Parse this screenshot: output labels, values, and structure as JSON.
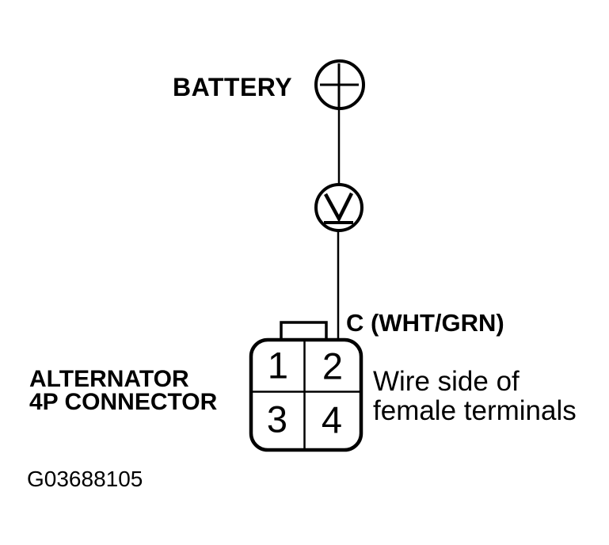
{
  "page": {
    "background_color": "#ffffff",
    "ink_color": "#000000"
  },
  "diagram": {
    "battery": {
      "label": "BATTERY",
      "symbol": "circle-plus"
    },
    "voltmeter": {
      "symbol": "circle-v-ground"
    },
    "wire": {
      "terminal_label": "C (WHT/GRN)"
    },
    "connector": {
      "label_line1": "ALTERNATOR",
      "label_line2": "4P CONNECTOR",
      "pins": [
        "1",
        "2",
        "3",
        "4"
      ],
      "note_line1": "Wire side of",
      "note_line2": "female terminals"
    },
    "figure_id": "G03688105"
  }
}
